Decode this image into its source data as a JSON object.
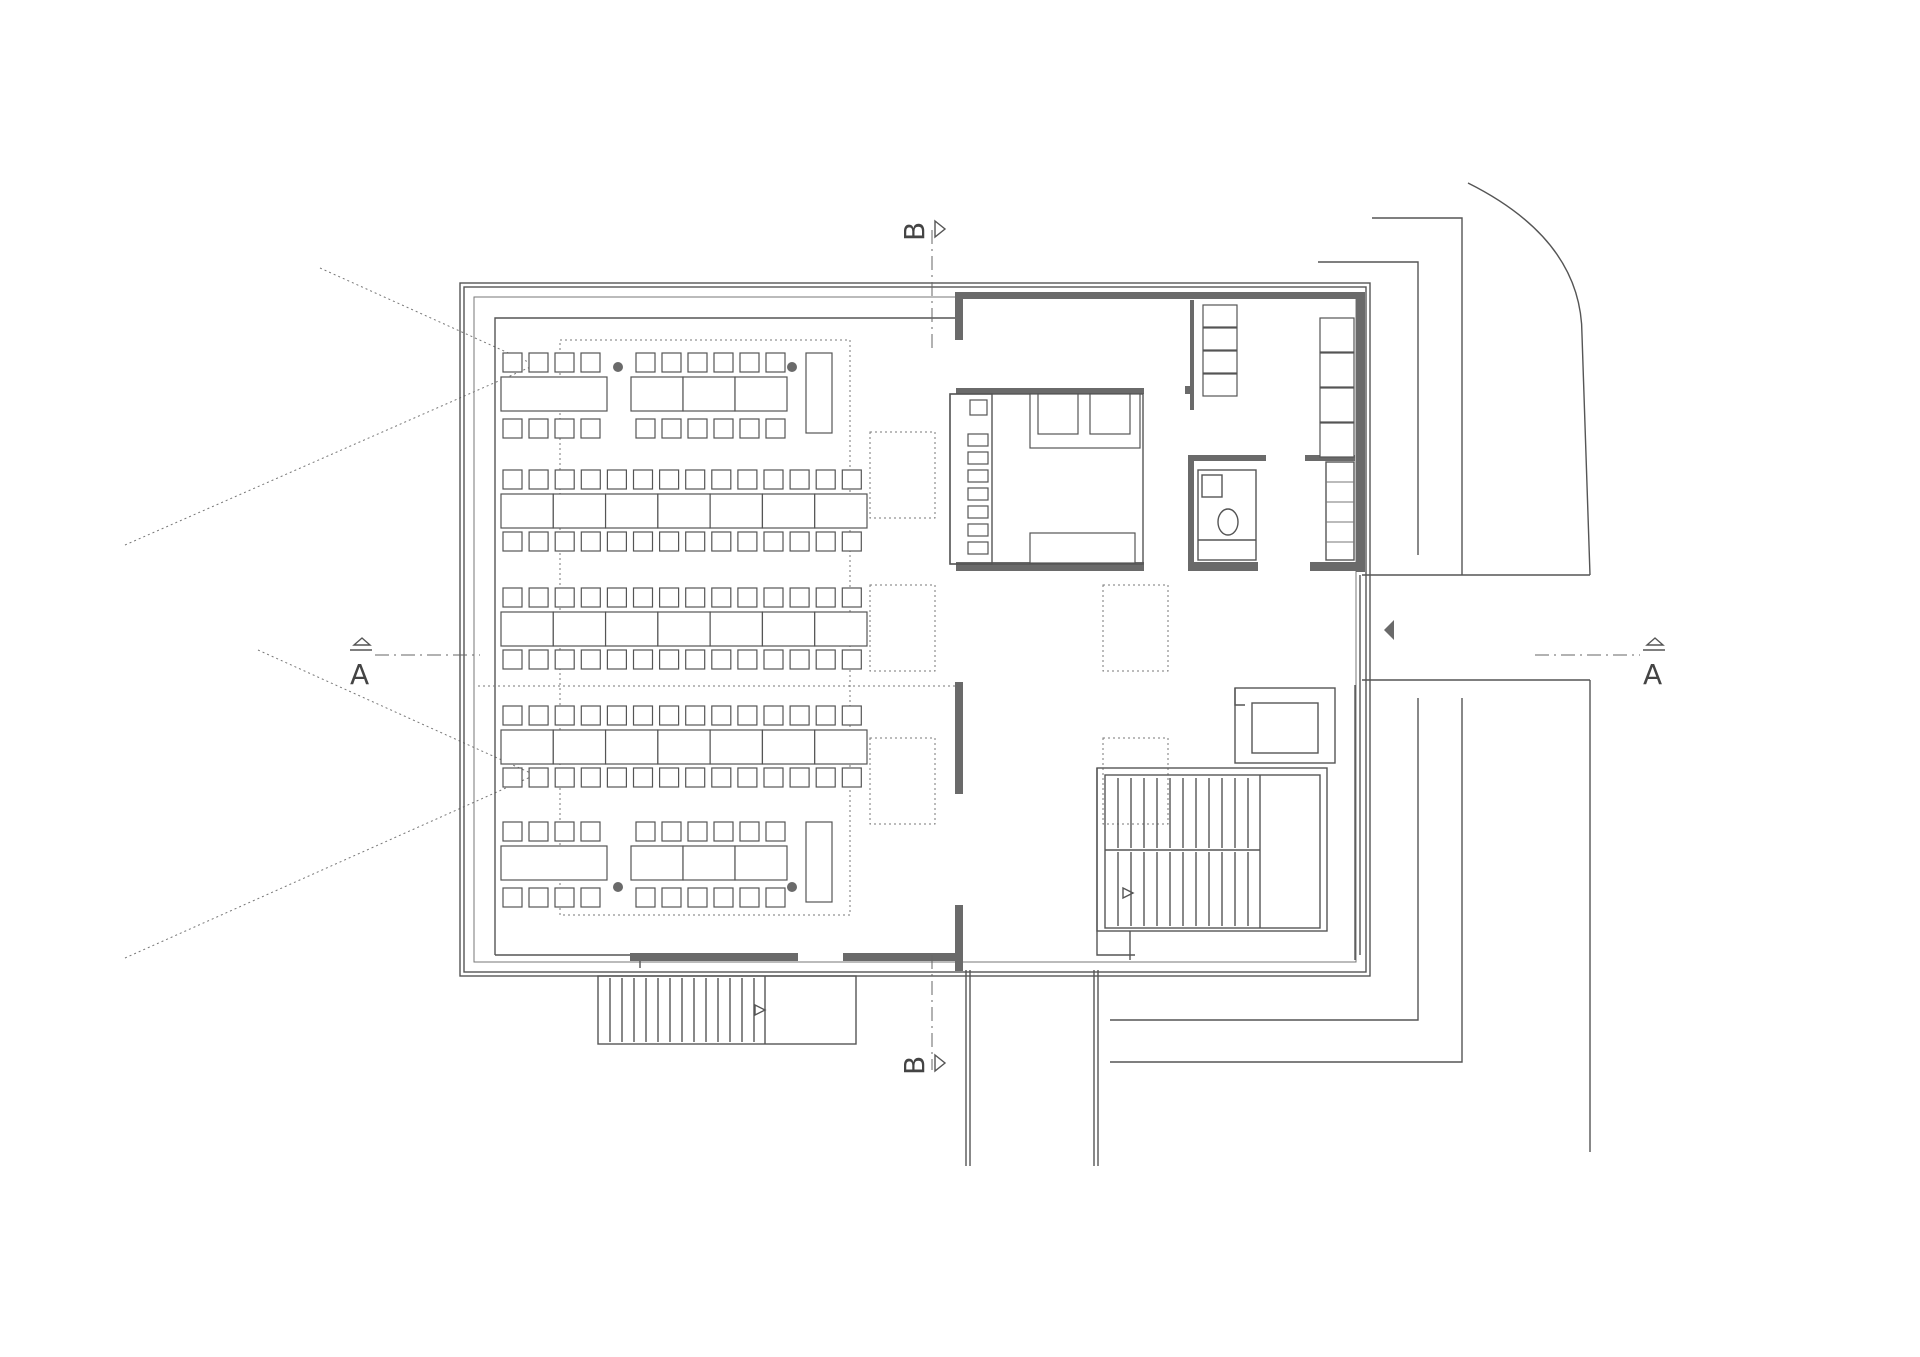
{
  "drawing": {
    "line_color": "#555555",
    "wall_color": "#6a6a6a",
    "background": "#ffffff"
  },
  "section_marks": {
    "a_left": "A",
    "a_right": "A",
    "b_top": "B",
    "b_bottom": "B"
  },
  "seating": {
    "full_rows": 3,
    "seats_per_full_row": 14,
    "tables_per_full_row": 7
  }
}
